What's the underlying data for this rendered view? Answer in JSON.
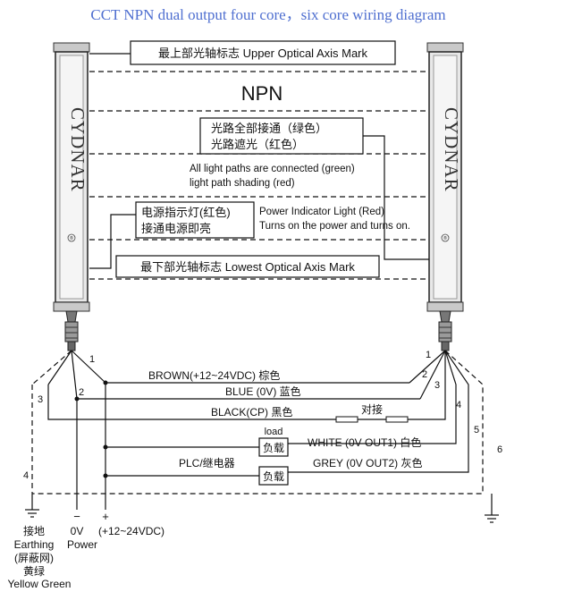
{
  "title": "CCT NPN dual output four core，six core wiring diagram",
  "brand": "CYDNAR",
  "registered": "®",
  "npn": "NPN",
  "upper_mark": "最上部光轴标志 Upper Optical Axis Mark",
  "lower_mark": "最下部光轴标志 Lowest Optical Axis Mark",
  "light_status_cn_1": "光路全部接通（绿色）",
  "light_status_cn_2": "光路遮光（红色）",
  "light_status_en_1": "All light paths are connected (green)",
  "light_status_en_2": "light path shading (red)",
  "power_cn_1": "电源指示灯(红色)",
  "power_cn_2": "接通电源即亮",
  "power_en_1": "Power Indicator Light (Red)",
  "power_en_2": "Turns on the power and turns on.",
  "wires": {
    "brown": "BROWN(+12~24VDC) 棕色",
    "blue": "BLUE (0V) 蓝色",
    "black": "BLACK(CP) 黑色",
    "connect": "对接",
    "load": "load",
    "load_box_1": "负载",
    "load_box_2": "负载",
    "plc": "PLC/继电器",
    "white": "WHITE (0V OUT1)   白色",
    "grey": "GREY (0V OUT2)   灰色"
  },
  "pins": [
    "1",
    "2",
    "3",
    "4",
    "1",
    "2",
    "3",
    "4",
    "5",
    "6"
  ],
  "bottom": {
    "minus": "−",
    "plus": "+",
    "zero_v": "0V",
    "power": "Power",
    "supply": "(+12~24VDC)",
    "earth_cn": "接地",
    "earth_en": "Earthing",
    "shield_cn": "(屏蔽网)",
    "yg_cn": "黄绿",
    "yg_en": "Yellow Green"
  }
}
